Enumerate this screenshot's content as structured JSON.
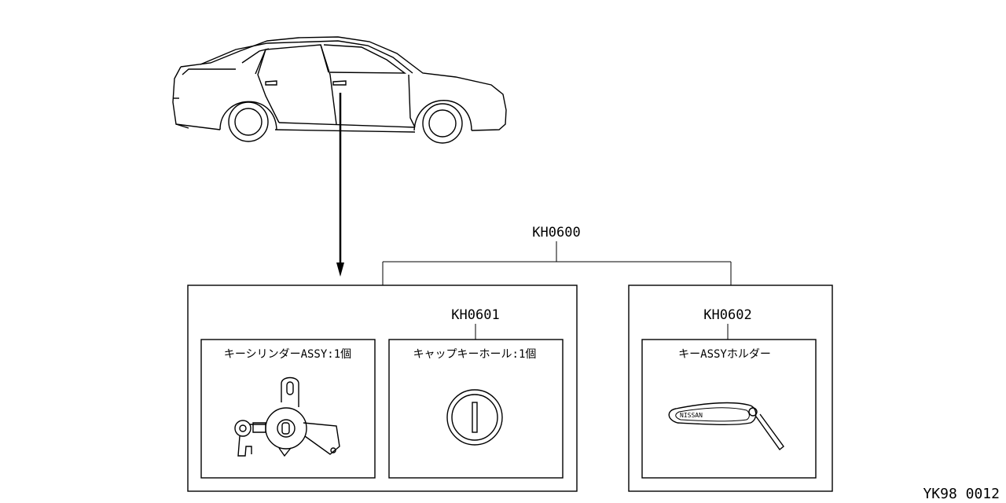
{
  "diagram": {
    "group_code": "KH0600",
    "parts": [
      {
        "code": "",
        "name": "キーシリンダーASSY:1個"
      },
      {
        "code": "KH0601",
        "name": "キャップキーホール:1個"
      },
      {
        "code": "KH0602",
        "name": "キーASSYホルダー"
      }
    ],
    "key_brand": "NISSAN",
    "ref_code": "YK98 0012"
  }
}
